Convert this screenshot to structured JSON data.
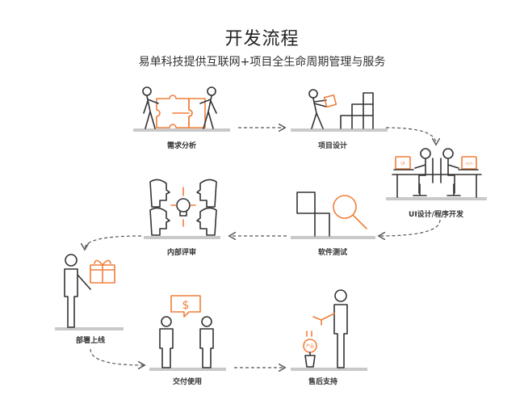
{
  "header": {
    "title": "开发流程",
    "subtitle": "易单科技提供互联网+项目全生命周期管理与服务"
  },
  "steps": [
    {
      "label": "需求分析",
      "icon": "puzzle-team-icon"
    },
    {
      "label": "项目设计",
      "icon": "building-blocks-icon"
    },
    {
      "label": "UI设计/程序开发",
      "icon": "developers-desk-icon"
    },
    {
      "label": "软件测试",
      "icon": "magnifier-test-icon"
    },
    {
      "label": "内部评审",
      "icon": "review-heads-icon"
    },
    {
      "label": "部署上线",
      "icon": "gift-delivery-icon"
    },
    {
      "label": "交付使用",
      "icon": "payment-handover-icon"
    },
    {
      "label": "售后支持",
      "icon": "plant-watering-icon"
    }
  ],
  "icon_text": {
    "laptop_left": "UI",
    "laptop_right": "</>",
    "plant": "产品"
  },
  "colors": {
    "accent": "#f07f3c",
    "line": "#333333",
    "base": "#c9c9c9"
  }
}
